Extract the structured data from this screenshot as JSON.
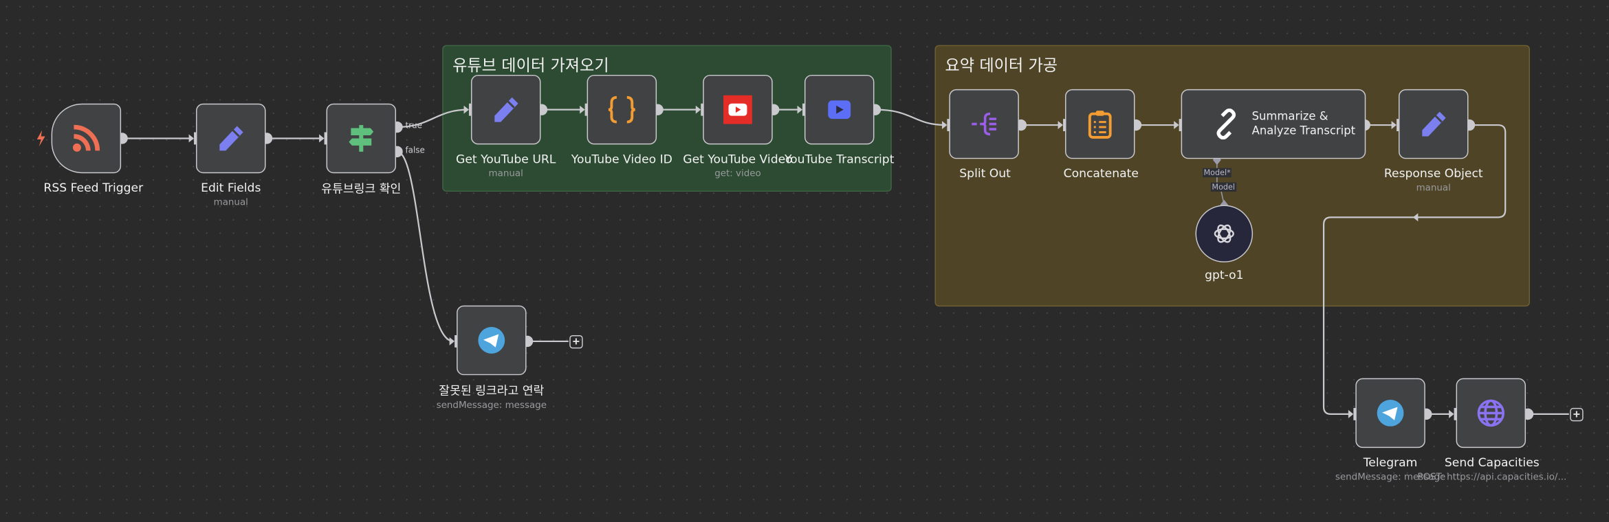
{
  "groups": [
    {
      "title": "유튜브 데이터 가져오기",
      "color": "#2c4b32"
    },
    {
      "title": "요약 데이터 가공",
      "color": "#4f4526"
    }
  ],
  "nodes": {
    "rss": {
      "label": "RSS Feed Trigger",
      "icon": "rss-icon",
      "color": "#ef6f54"
    },
    "edit_fields": {
      "label": "Edit Fields",
      "subtitle": "manual",
      "icon": "pencil-icon"
    },
    "if_check": {
      "label": "유튜브링크 확인",
      "icon": "signpost-icon",
      "outputs": [
        "true",
        "false"
      ]
    },
    "get_url": {
      "label": "Get YouTube URL",
      "subtitle": "manual",
      "icon": "pencil-icon"
    },
    "video_id": {
      "label": "YouTube Video ID",
      "icon": "code-braces-icon"
    },
    "get_video": {
      "label": "Get YouTube Video",
      "subtitle": "get: video",
      "icon": "youtube-icon"
    },
    "transcript": {
      "label": "YouTube Transcript",
      "icon": "play-icon"
    },
    "split_out": {
      "label": "Split Out",
      "icon": "split-icon"
    },
    "concatenate": {
      "label": "Concatenate",
      "icon": "clipboard-icon"
    },
    "summarize": {
      "label": "Summarize & Analyze Transcript",
      "line1": "Summarize &",
      "line2": "Analyze Transcript",
      "icon": "chain-link-icon",
      "port_label": "Model*"
    },
    "gpt": {
      "label": "gpt-o1",
      "icon": "openai-icon",
      "port_label": "Model"
    },
    "response": {
      "label": "Response Object",
      "subtitle": "manual",
      "icon": "pencil-icon"
    },
    "bad_link": {
      "label": "잘못된 링크라고 연락",
      "subtitle": "sendMessage: message",
      "icon": "telegram-icon"
    },
    "telegram": {
      "label": "Telegram",
      "subtitle": "sendMessage: message",
      "icon": "telegram-icon"
    },
    "send_capacities": {
      "label": "Send Capacities",
      "subtitle": "POST: https://api.capacities.io/...",
      "icon": "globe-icon"
    }
  },
  "add_button": "+"
}
